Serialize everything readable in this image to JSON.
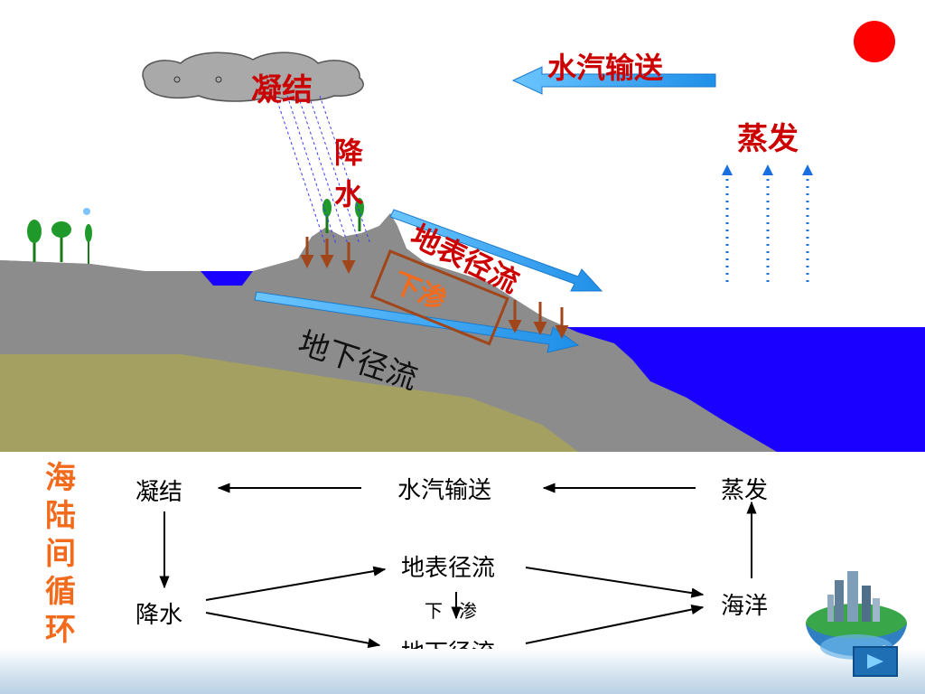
{
  "diagram": {
    "condensation": "凝结",
    "precipitation_vertical": [
      "降",
      "水"
    ],
    "vapor_transport": "水汽输送",
    "evaporation": "蒸发",
    "surface_runoff": "地表径流",
    "infiltration": "下渗",
    "groundwater_runoff": "地下径流"
  },
  "flowchart": {
    "side_title": "海陆间循环",
    "condensation": "凝结",
    "vapor_transport": "水汽输送",
    "evaporation": "蒸发",
    "surface_runoff": "地表径流",
    "infiltration": "下渗",
    "precipitation": "降水",
    "ocean": "海洋",
    "groundwater_runoff": "地下径流"
  },
  "colors": {
    "label_red": "#cc0000",
    "side_title_orange": "#f26a1b",
    "ocean_blue": "#1a00ff",
    "land_gray": "#8c8c8c",
    "soil_olive": "#a3a062",
    "arrow_blue": "#2ea3ff",
    "sun_red": "#ff0000"
  },
  "icons": [
    "cloud-icon",
    "sun-icon",
    "tree-icon",
    "globe-city-icon",
    "play-icon"
  ]
}
